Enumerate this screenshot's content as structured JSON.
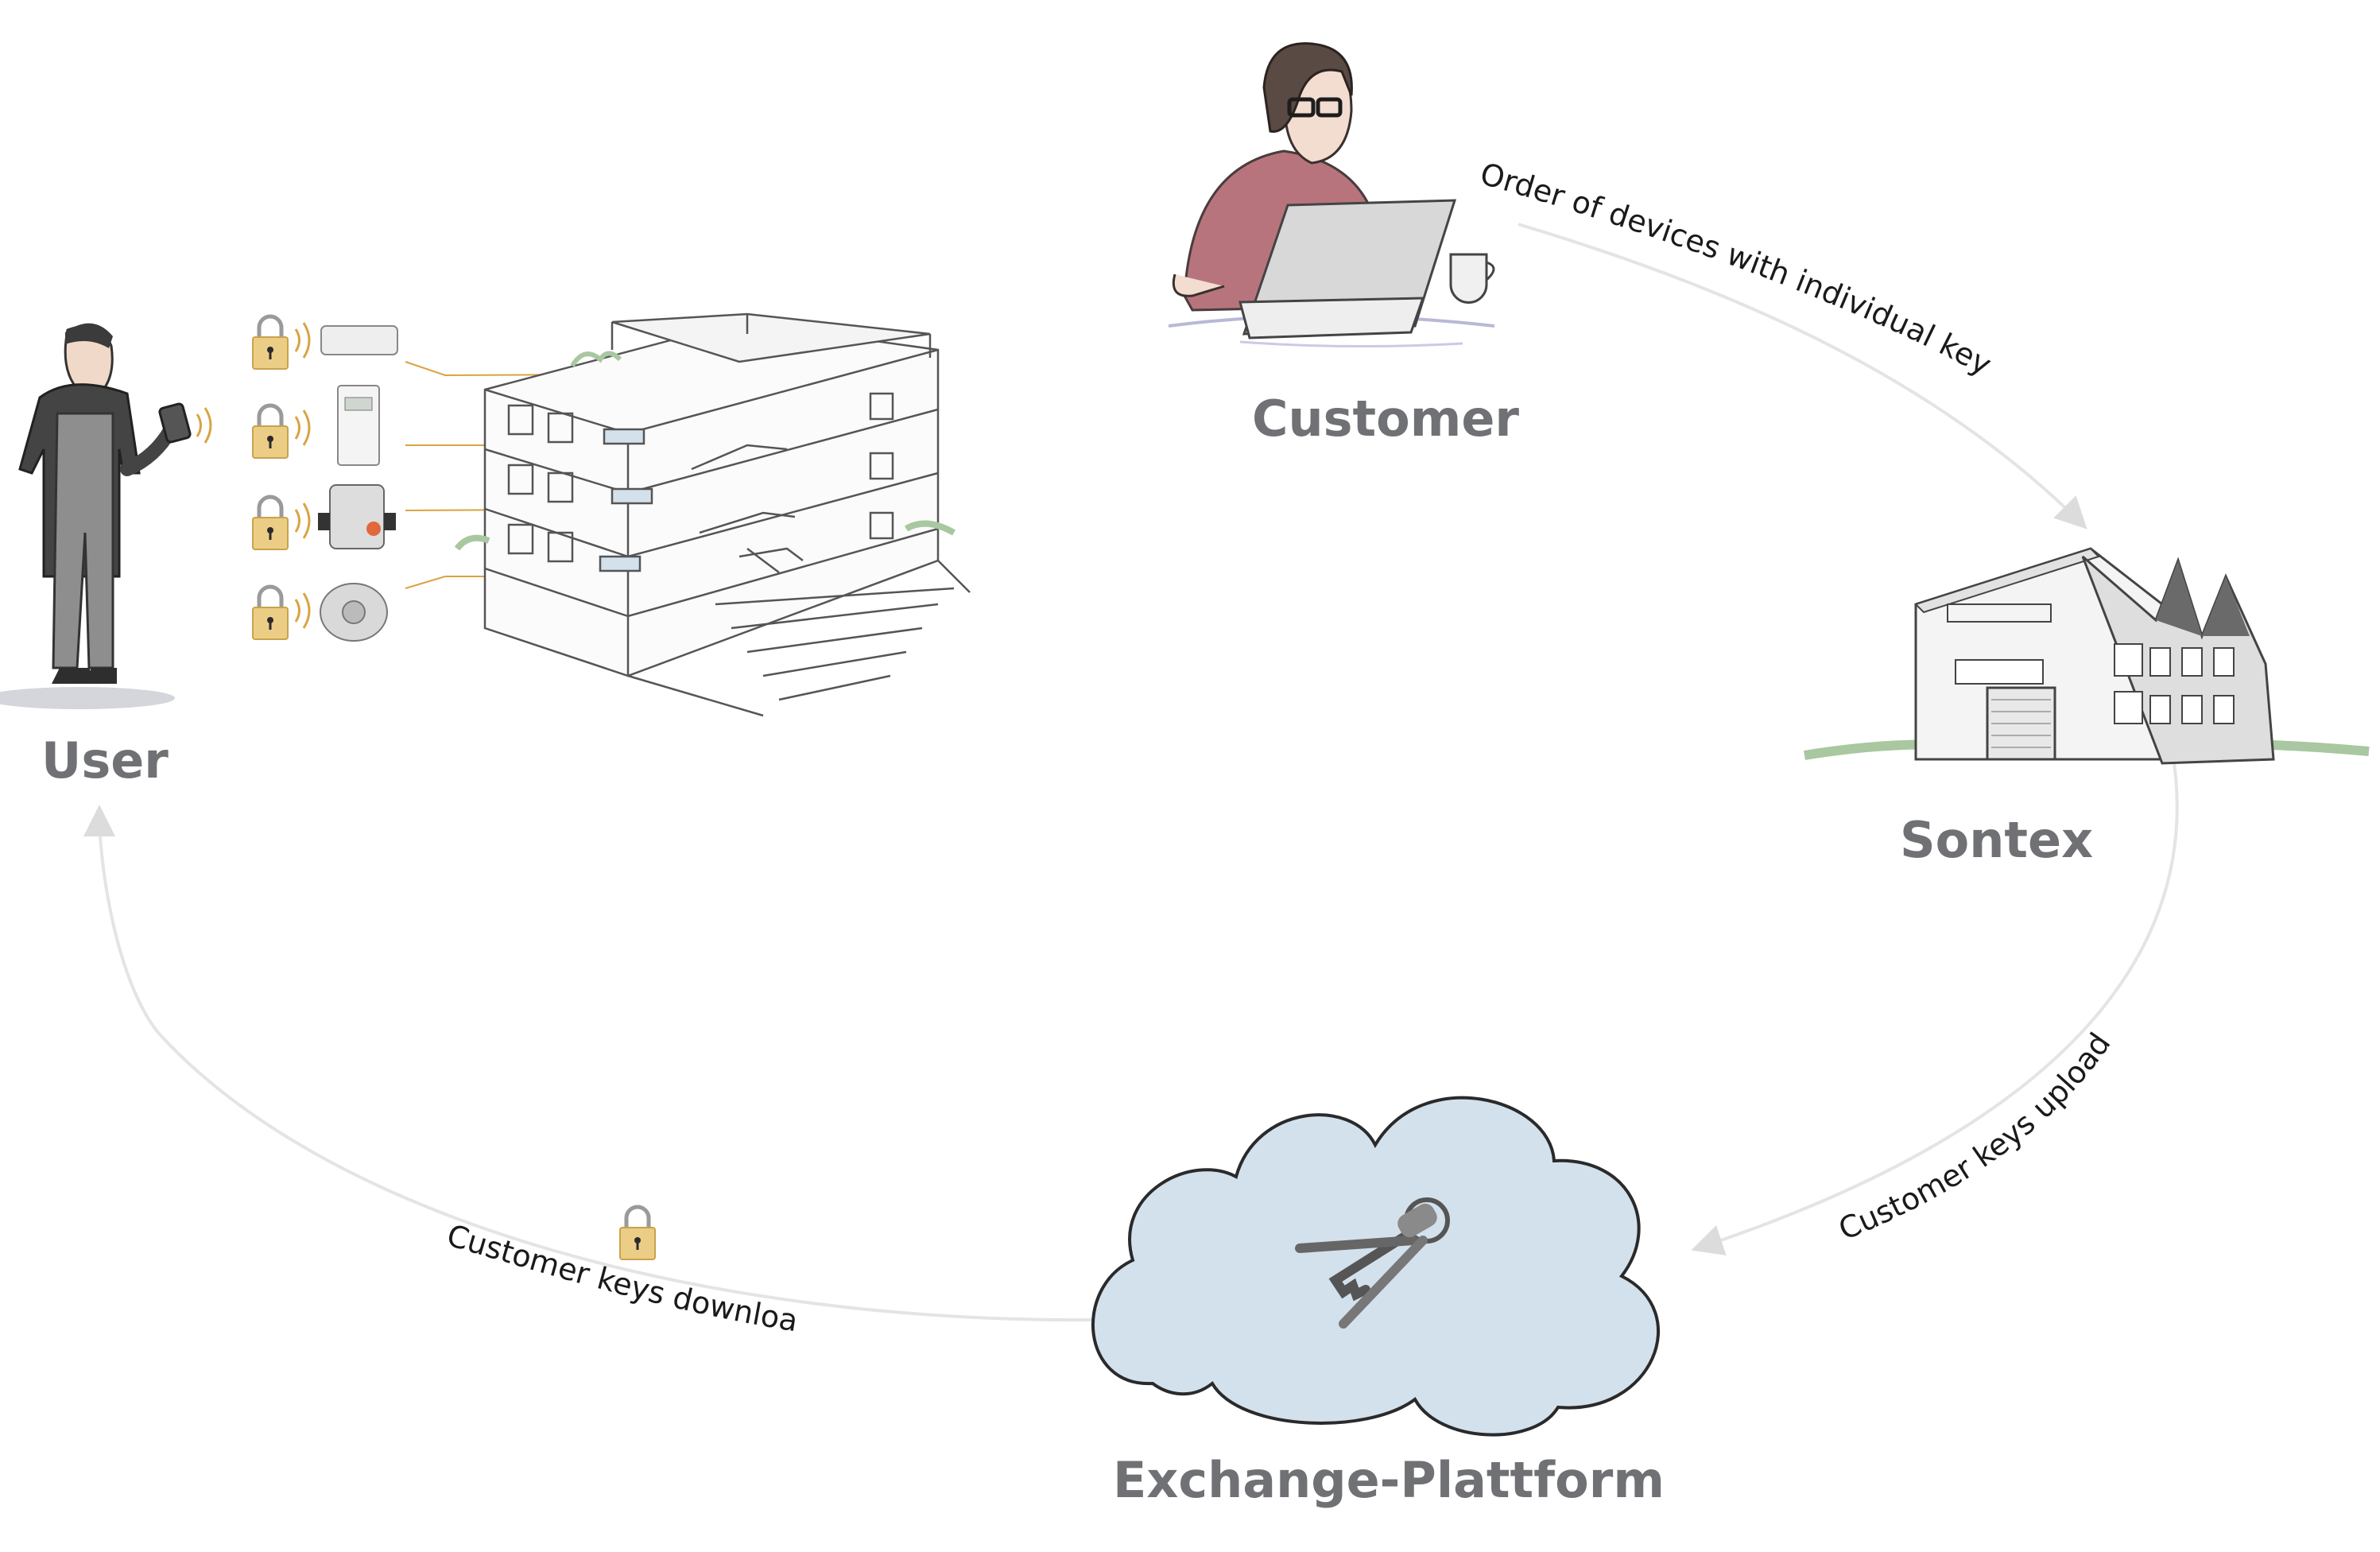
{
  "nodes": {
    "customer": {
      "label": "Customer"
    },
    "sontex": {
      "label": "Sontex"
    },
    "exchange": {
      "label": "Exchange-Plattform"
    },
    "user": {
      "label": "User"
    }
  },
  "flows": {
    "order": "Order of devices with individual keys",
    "upload": "Customer keys upload",
    "download": "Customer keys download"
  },
  "colors": {
    "label": "#707175",
    "arrow": "#e4e4e4",
    "lock": "#e8c77b",
    "signal": "#d9a441",
    "cloud": "#d3e1ec",
    "sweater": "#b8747c",
    "grass": "#a9c7a0"
  },
  "icons": {
    "lock": "padlock-icon",
    "signal": "wireless-signal-icon",
    "keys": "keys-icon"
  }
}
